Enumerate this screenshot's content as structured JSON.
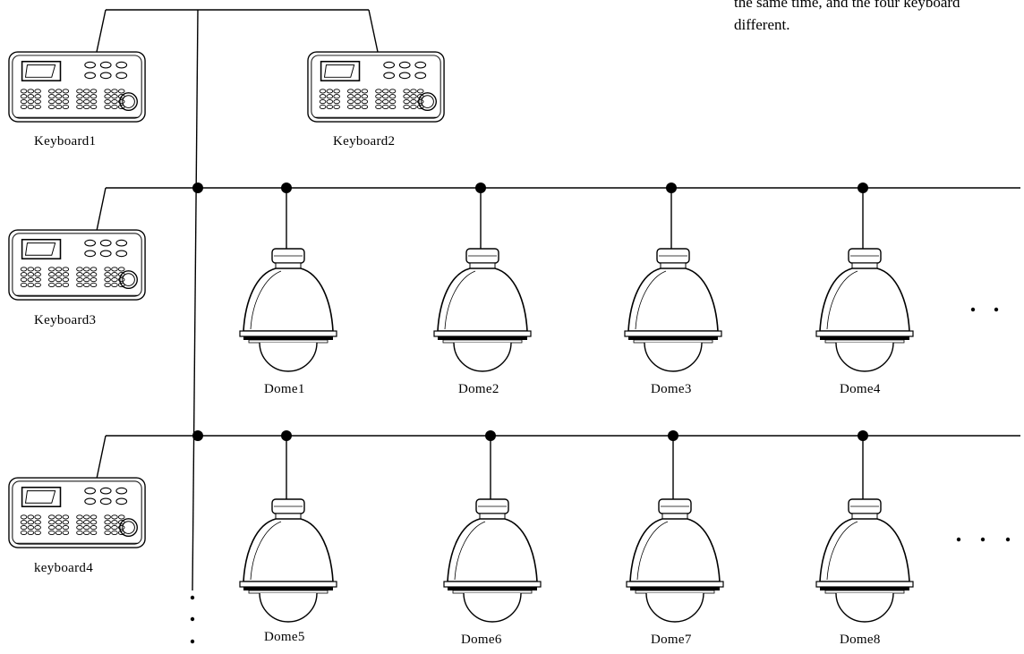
{
  "note": {
    "line1": "the same time, and the four keyboard",
    "line2": "different."
  },
  "keyboards": [
    {
      "id": "kb1",
      "label": "Keyboard1"
    },
    {
      "id": "kb2",
      "label": "Keyboard2"
    },
    {
      "id": "kb3",
      "label": "Keyboard3"
    },
    {
      "id": "kb4",
      "label": "keyboard4"
    }
  ],
  "domes": [
    {
      "id": "dome1",
      "label": "Dome1"
    },
    {
      "id": "dome2",
      "label": "Dome2"
    },
    {
      "id": "dome3",
      "label": "Dome3"
    },
    {
      "id": "dome4",
      "label": "Dome4"
    },
    {
      "id": "dome5",
      "label": "Dome5"
    },
    {
      "id": "dome6",
      "label": "Dome6"
    },
    {
      "id": "dome7",
      "label": "Dome7"
    },
    {
      "id": "dome8",
      "label": "Dome8"
    }
  ],
  "continuation": {
    "row1": ". .",
    "row2": ". . .",
    "vertical": "..."
  }
}
